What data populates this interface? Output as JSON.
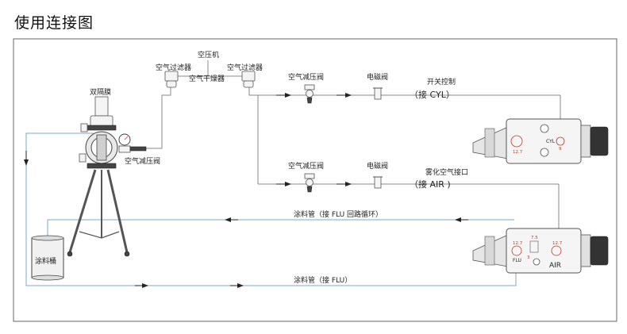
{
  "title": "使用连接图",
  "labels": {
    "compressor": "空压机",
    "air_filter_left": "空气过滤器",
    "air_dryer": "空气干燥器",
    "air_filter_right": "空气过滤器",
    "pressure_valve_top": "空气减压阀",
    "solenoid_top": "电磁阀",
    "switch_control": "开关控制",
    "cyl_port": "（接  CYL）",
    "diaphragm": "双隔膜",
    "pump_pressure_valve": "空气减压阀",
    "pressure_valve_bottom": "空气减压阀",
    "solenoid_bottom": "电磁阀",
    "atomize_port": "雾化空气接口",
    "air_port": "（接  AIR )",
    "return_pipe": "涂料管（接  FLU 回路循环）",
    "paint_bucket": "涂料桶",
    "supply_pipe": "涂料管（接  FLU）"
  },
  "gun_top": {
    "cyl": "CYL",
    "mark_left": "12.7",
    "mark_right": "9"
  },
  "gun_bottom": {
    "flu": "FLU",
    "air": "AIR",
    "mark_1": "12.7",
    "mark_2": "7.5",
    "mark_3": "3",
    "mark_4": "12.7"
  }
}
